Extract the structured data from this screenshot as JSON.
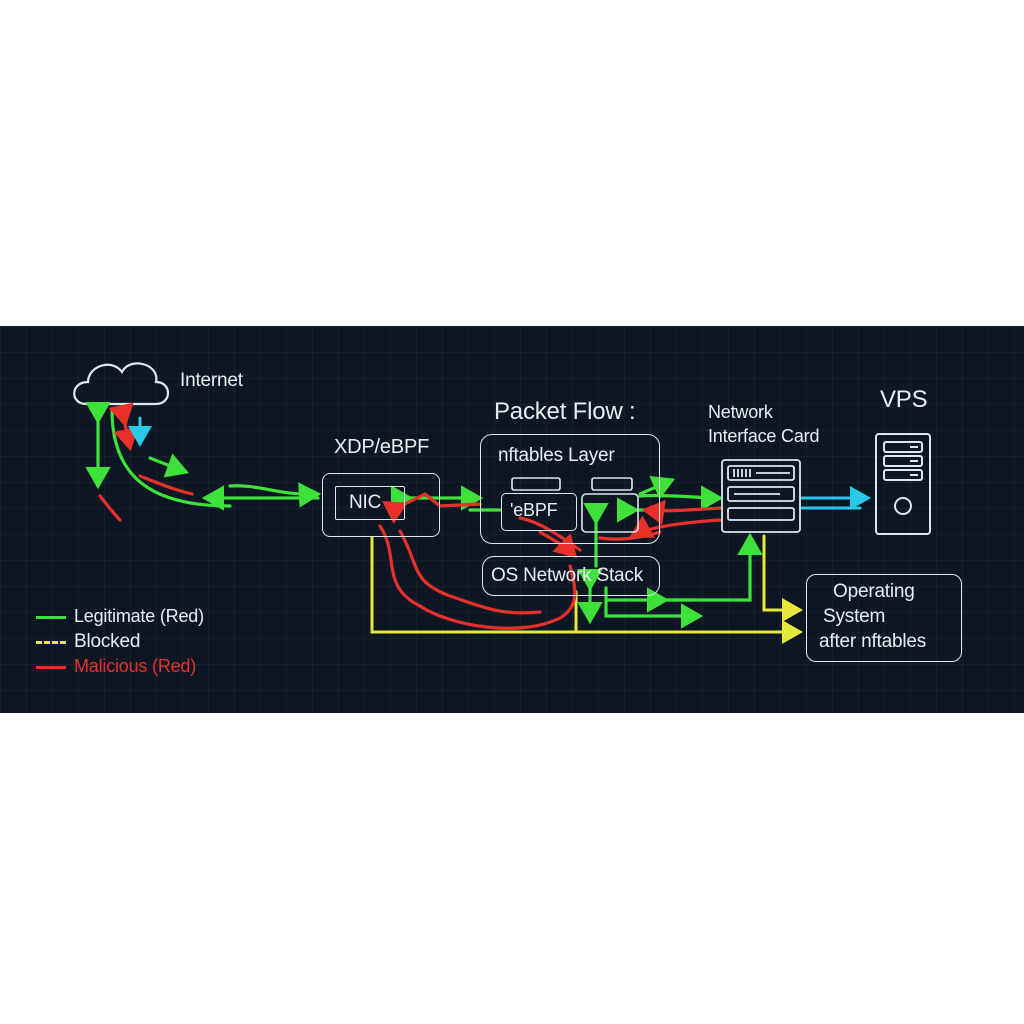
{
  "labels": {
    "internet": "Internet",
    "xdp": "XDP/eBPF",
    "nic": "NIC",
    "packet_flow": "Packet Flow :",
    "nftables_layer": "nftables Layer",
    "ebpf": "'eBPF",
    "os_stack": "OS Network Stack",
    "network_card_line1": "Network",
    "network_card_line2": "Interface Card",
    "vps": "VPS",
    "operating_line1": "Operating",
    "operating_line2": "System",
    "operating_line3": "after nftables"
  },
  "legend": [
    {
      "label": "Legitimate (Red)",
      "color": "#3ee03a",
      "style": "solid"
    },
    {
      "label": "Blocked",
      "color": "#e8e83a",
      "style": "dashed"
    },
    {
      "label": "Malicious (Red)",
      "color": "#e8302a",
      "style": "solid"
    }
  ],
  "colors": {
    "background": "#0d1724",
    "legitimate": "#3ee03a",
    "blocked": "#e8e83a",
    "malicious": "#e8302a",
    "output": "#28c8e8",
    "outline": "#dfe6ee"
  }
}
